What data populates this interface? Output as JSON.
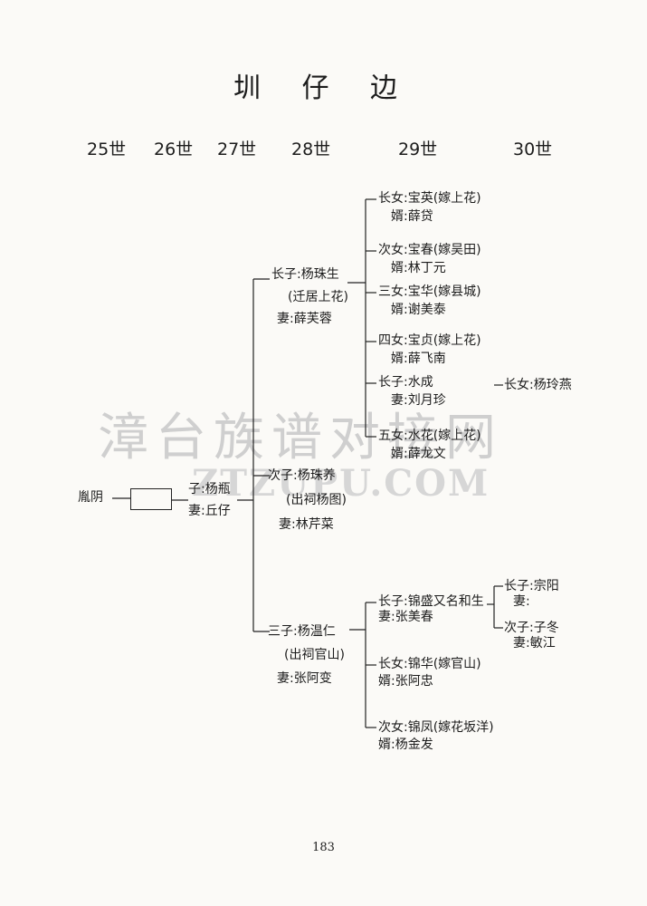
{
  "title": "圳 仔 边",
  "generations": [
    "25世",
    "26世",
    "27世",
    "28世",
    "29世",
    "30世"
  ],
  "watermark": {
    "cn": "漳台族谱对接网",
    "en": "ZTZUPU.COM"
  },
  "page_number": "183",
  "tree": {
    "g25": "胤阴",
    "g27": {
      "son": "子:杨瓶",
      "wife": "妻:丘仔"
    },
    "branch1": {
      "name": "长子:杨珠生",
      "note": "(迁居上花)",
      "wife": "妻:薛芙蓉",
      "children": [
        {
          "name": "长女:宝英(嫁上花)",
          "spouse": "婿:薛贷"
        },
        {
          "name": "次女:宝春(嫁吴田)",
          "spouse": "婿:林丁元"
        },
        {
          "name": "三女:宝华(嫁县城)",
          "spouse": "婿:谢美泰"
        },
        {
          "name": "四女:宝贞(嫁上花)",
          "spouse": "婿:薛飞南"
        },
        {
          "name": "长子:水成",
          "spouse": "妻:刘月珍"
        },
        {
          "name": "五女:水花(嫁上花)",
          "spouse": "婿:薛龙文"
        }
      ],
      "grandchild": "长女:杨玲燕"
    },
    "branch2": {
      "name": "次子:杨珠养",
      "note": "(出祠杨图)",
      "wife": "妻:林芹菜"
    },
    "branch3": {
      "name": "三子:杨温仁",
      "note": "(出祠官山)",
      "wife": "妻:张阿变",
      "children": [
        {
          "name": "长子:锦盛又名和生",
          "spouse": "妻:张美春"
        },
        {
          "name": "长女:锦华(嫁官山)",
          "spouse": "婿:张阿忠"
        },
        {
          "name": "次女:锦凤(嫁花坂洋)",
          "spouse": "婿:杨金发"
        }
      ],
      "grandchildren": [
        {
          "name": "长子:宗阳",
          "spouse": "妻:"
        },
        {
          "name": "次子:子冬",
          "spouse": "妻:敏江"
        }
      ]
    }
  }
}
